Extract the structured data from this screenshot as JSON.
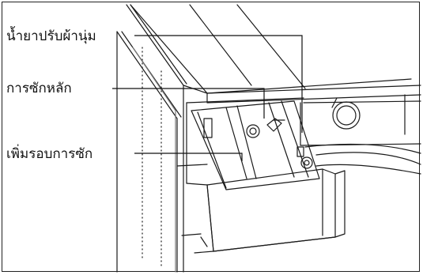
{
  "callouts": {
    "softener": "น้ำยาปรับผ้านุ่ม",
    "main_wash": "การซักหลัก",
    "prewash": "เพิ่มรอบการซัก"
  },
  "colors": {
    "line": "#1a1a1a",
    "background": "#ffffff"
  }
}
